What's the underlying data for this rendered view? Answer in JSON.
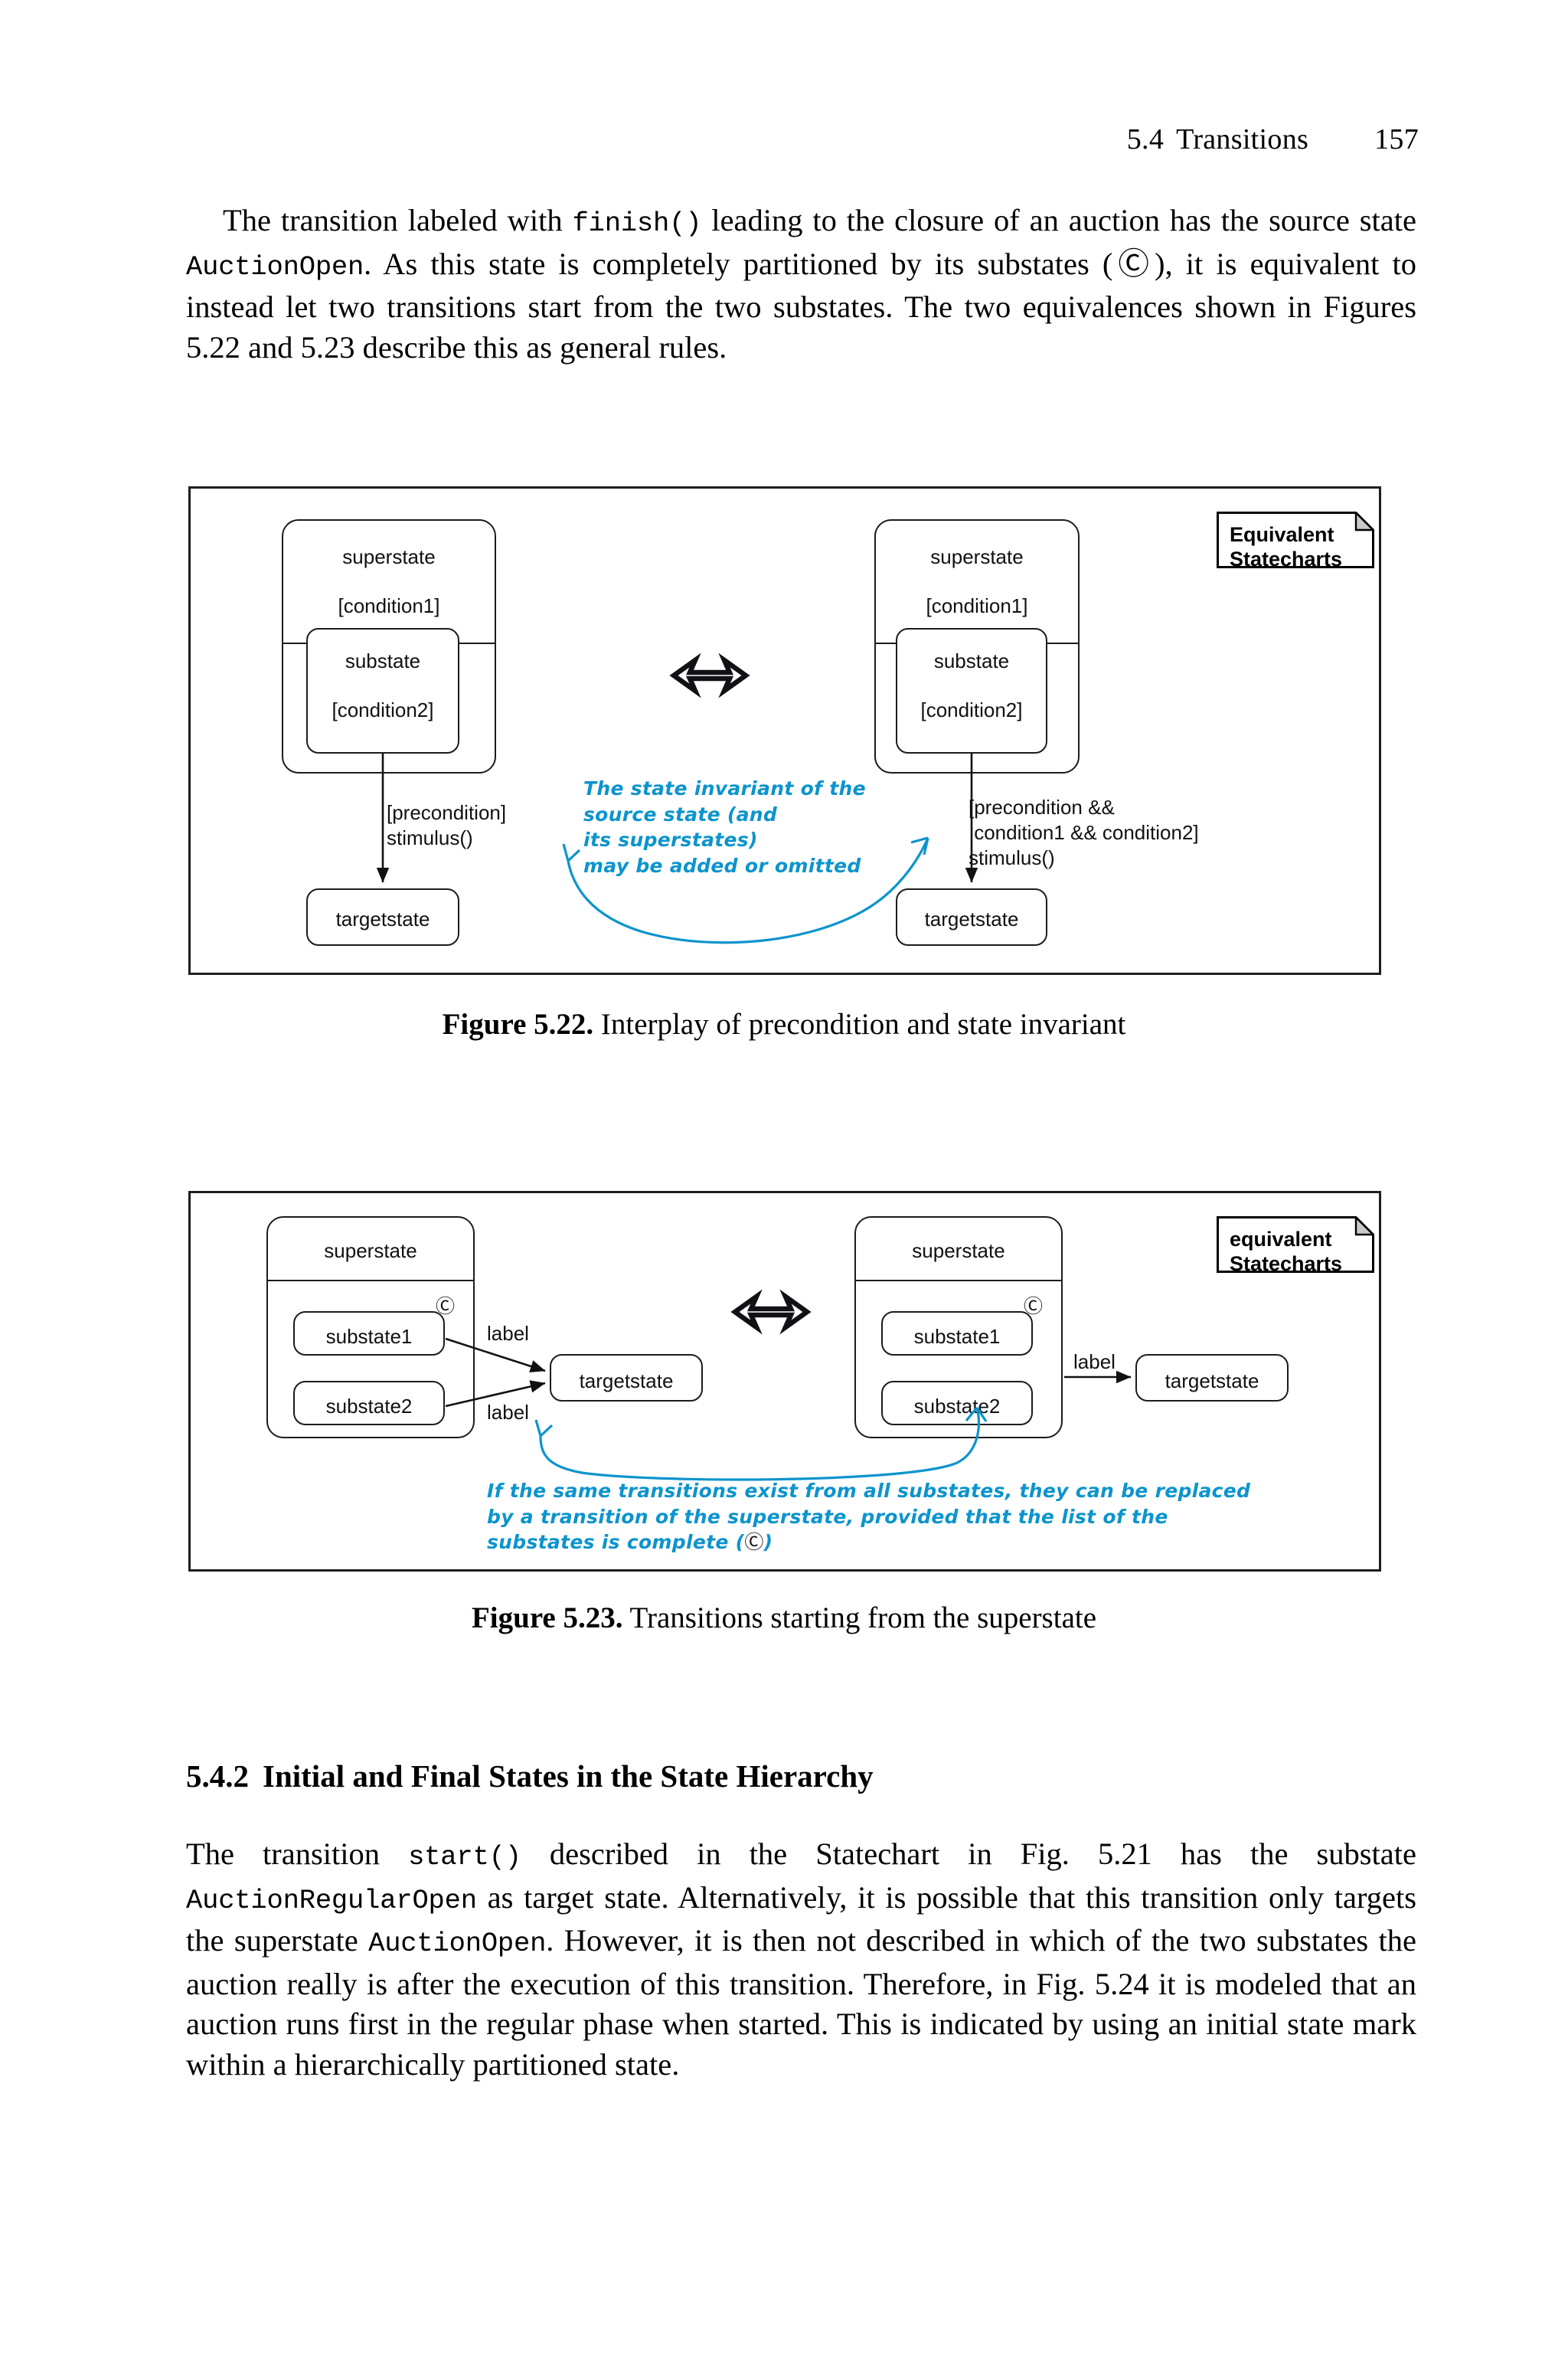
{
  "running_head": {
    "section_number": "5.4",
    "section_title": "Transitions",
    "page_number": "157"
  },
  "paragraph_1": {
    "part1": "The transition labeled with ",
    "code1": "finish()",
    "part2": " leading to the closure of an auction has the source state ",
    "code2": "AuctionOpen",
    "part3": ". As this state is completely partitioned by its substates (Ⓒ), it is equivalent to instead let two transitions start from the two substates. The two equivalences shown in Figures 5.22 and 5.23 describe this as general rules."
  },
  "figure_5_22": {
    "caption_label": "Figure 5.22.",
    "caption_text": " Interplay of precondition and state invariant",
    "equivalence_symbol": "⟺",
    "note_box": {
      "line1": "Equivalent",
      "line2": "Statecharts"
    },
    "left_diagram": {
      "superstate_name": "superstate",
      "superstate_condition": "[condition1]",
      "substate_name": "substate",
      "substate_condition": "[condition2]",
      "transition_label_line1": "[precondition]",
      "transition_label_line2": "stimulus()",
      "targetstate_name": "targetstate"
    },
    "right_diagram": {
      "superstate_name": "superstate",
      "superstate_condition": "[condition1]",
      "substate_name": "substate",
      "substate_condition": "[condition2]",
      "transition_label_line1": "[precondition &&",
      "transition_label_line2": " condition1 && condition2]",
      "transition_label_line3": "stimulus()",
      "targetstate_name": "targetstate"
    },
    "annotation": {
      "line1": "The state invariant of the",
      "line2": "source state (and",
      "line3": "its superstates)",
      "line4": "may be added or omitted"
    }
  },
  "figure_5_23": {
    "caption_label": "Figure 5.23.",
    "caption_text": " Transitions starting from the superstate",
    "equivalence_symbol": "⟺",
    "note_box": {
      "line1": "equivalent",
      "line2": "Statecharts"
    },
    "left_diagram": {
      "superstate_name": "superstate",
      "complete_mark": "Ⓒ",
      "substate1_name": "substate1",
      "substate2_name": "substate2",
      "transition_label_1": "label",
      "transition_label_2": "label",
      "targetstate_name": "targetstate"
    },
    "right_diagram": {
      "superstate_name": "superstate",
      "complete_mark": "Ⓒ",
      "substate1_name": "substate1",
      "substate2_name": "substate2",
      "transition_label_1": "label",
      "targetstate_name": "targetstate"
    },
    "annotation": {
      "line1": "If the same transitions exist from all substates, they can be replaced",
      "line2": "by a transition of the superstate, provided that the list of the",
      "line3": "substates is complete (",
      "line3_mark": "Ⓒ",
      "line3_end": ")"
    }
  },
  "section_5_4_2": {
    "number": "5.4.2",
    "title": "Initial and Final States in the State Hierarchy"
  },
  "paragraph_2": {
    "part1": "The transition ",
    "code1": "start()",
    "part2": " described in the Statechart in Fig. 5.21 has the substate ",
    "code2": "AuctionRegularOpen",
    "part3": " as target state. Alternatively, it is possible that this transition only targets the superstate ",
    "code3": "AuctionOpen",
    "part4": ". However, it is then not described in which of the two substates the auction really is after the execution of this transition. Therefore, in Fig. 5.24 it is modeled that an auction runs first in the regular phase when started. This is indicated by using an initial state mark within a hierarchically partitioned state."
  },
  "colors": {
    "annotation_cyan": "#0c94cd",
    "ink_black": "#111115",
    "frame_border": "#1d1d22",
    "dogear_gray": "#c9c9c9"
  }
}
